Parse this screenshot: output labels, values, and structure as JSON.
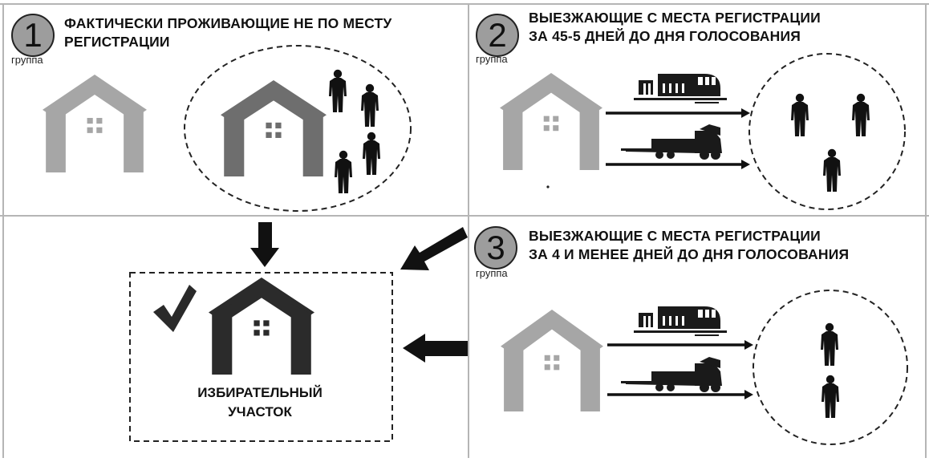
{
  "panels": [
    {
      "number": "1",
      "group_label": "группа",
      "title_lines": [
        "ФАКТИЧЕСКИ ПРОЖИВАЮЩИЕ НЕ ПО МЕСТУ",
        "РЕГИСТРАЦИИ"
      ]
    },
    {
      "number": "2",
      "group_label": "группа",
      "title_lines": [
        "ВЫЕЗЖАЮЩИЕ С МЕСТА РЕГИСТРАЦИИ",
        "ЗА 45-5 ДНЕЙ ДО ДНЯ ГОЛОСОВАНИЯ"
      ]
    },
    {
      "number": "3",
      "group_label": "группа",
      "title_lines": [
        "ВЫЕЗЖАЮЩИЕ С МЕСТА РЕГИСТРАЦИИ",
        "ЗА 4 И МЕНЕЕ ДНЕЙ ДО ДНЯ ГОЛОСОВАНИЯ"
      ]
    }
  ],
  "polling_station": {
    "label_lines": [
      "ИЗБИРАТЕЛЬНЫЙ",
      "УЧАСТОК"
    ]
  },
  "colors": {
    "light_house": "#a6a6a6",
    "mid_house": "#6e6e6e",
    "dark_house": "#2b2b2b",
    "person": "#111111",
    "grid_line": "#b5b5b5",
    "circle_fill": "#9d9d9d"
  },
  "icons": [
    "house-icon",
    "person-icon",
    "train-icon",
    "truck-icon",
    "checkmark-icon",
    "arrow-icon"
  ]
}
